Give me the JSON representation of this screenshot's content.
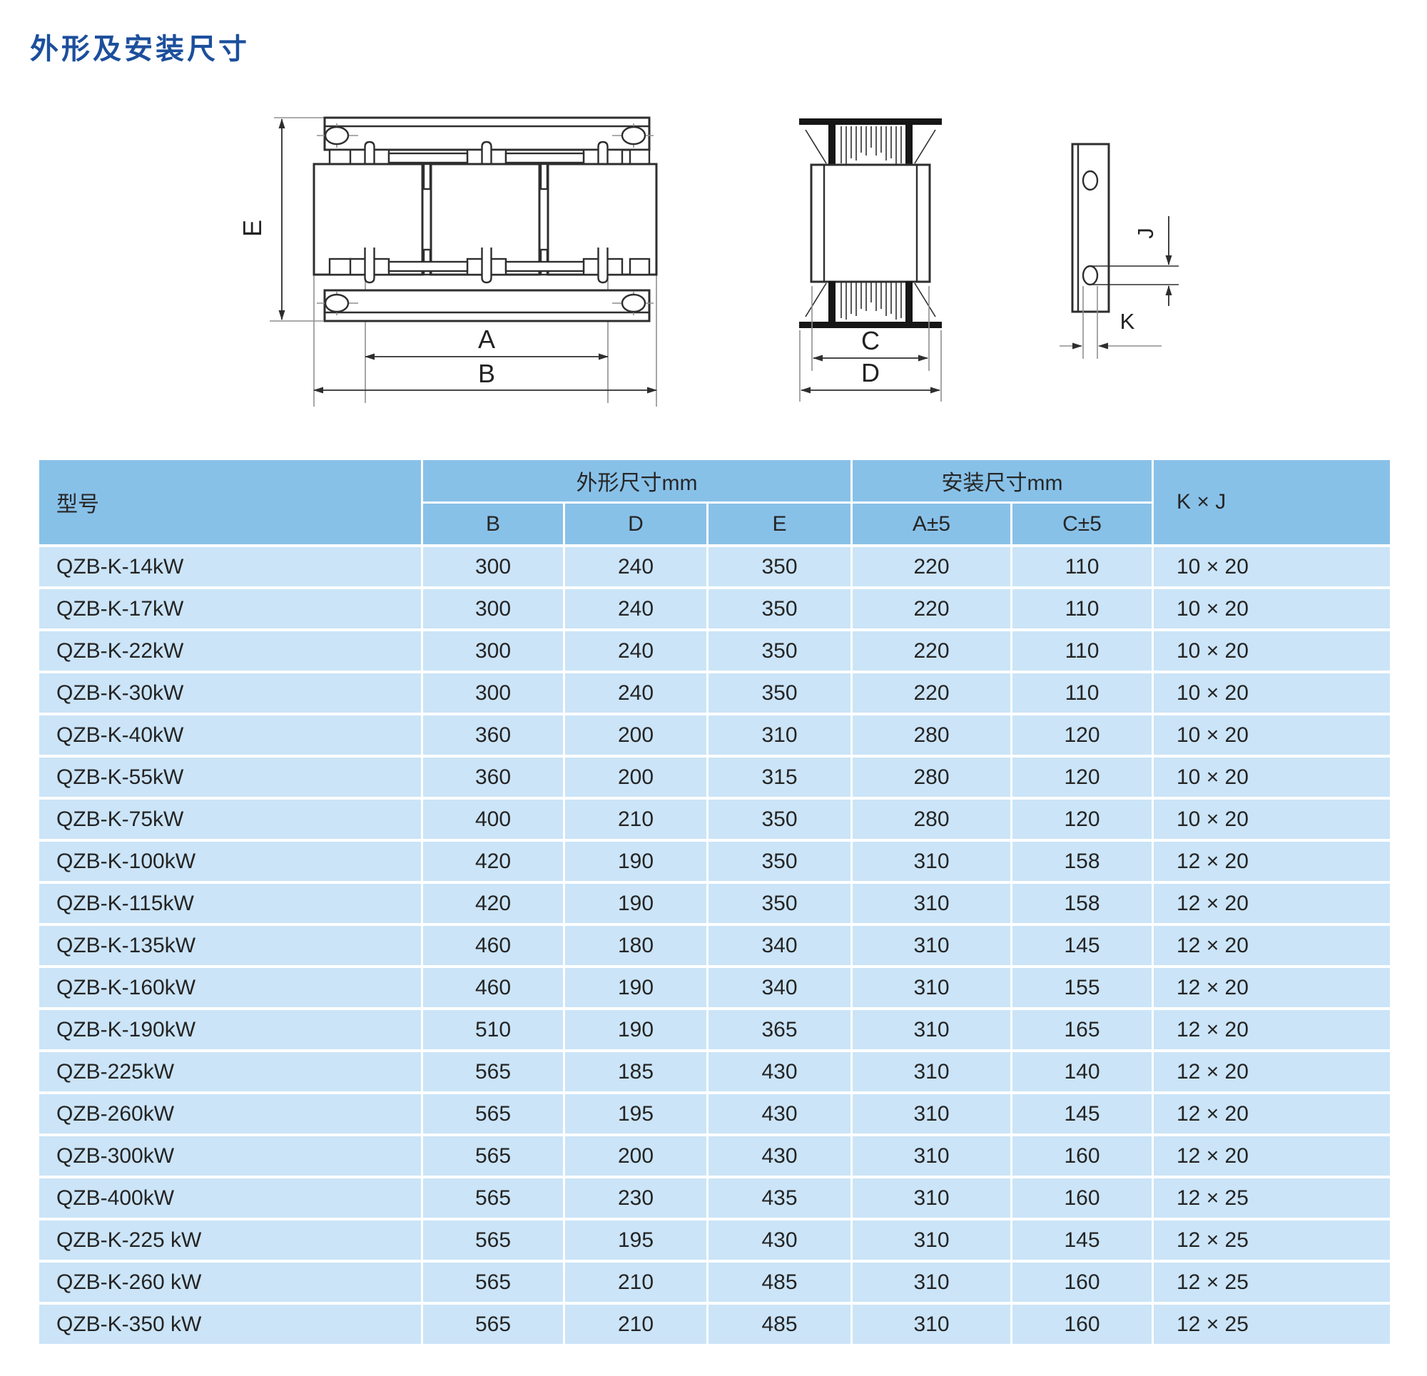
{
  "page": {
    "title": "外形及安装尺寸"
  },
  "drawings": {
    "front_view": {
      "dim_e": "E",
      "dim_a": "A",
      "dim_b": "B"
    },
    "side_view": {
      "dim_c": "C",
      "dim_d": "D"
    },
    "bracket_view": {
      "dim_j": "J",
      "dim_k": "K"
    }
  },
  "table": {
    "header": {
      "model": "型号",
      "outline_group": "外形尺寸mm",
      "install_group": "安装尺寸mm",
      "kxj": "K × J",
      "col_b": "B",
      "col_d": "D",
      "col_e": "E",
      "col_a": "A±5",
      "col_c": "C±5"
    },
    "rows": [
      {
        "model": "QZB-K-14kW",
        "b": "300",
        "d": "240",
        "e": "350",
        "a": "220",
        "c": "110",
        "kj": "10 × 20"
      },
      {
        "model": "QZB-K-17kW",
        "b": "300",
        "d": "240",
        "e": "350",
        "a": "220",
        "c": "110",
        "kj": "10 × 20"
      },
      {
        "model": "QZB-K-22kW",
        "b": "300",
        "d": "240",
        "e": "350",
        "a": "220",
        "c": "110",
        "kj": "10 × 20"
      },
      {
        "model": "QZB-K-30kW",
        "b": "300",
        "d": "240",
        "e": "350",
        "a": "220",
        "c": "110",
        "kj": "10 × 20"
      },
      {
        "model": "QZB-K-40kW",
        "b": "360",
        "d": "200",
        "e": "310",
        "a": "280",
        "c": "120",
        "kj": "10 × 20"
      },
      {
        "model": "QZB-K-55kW",
        "b": "360",
        "d": "200",
        "e": "315",
        "a": "280",
        "c": "120",
        "kj": "10 × 20"
      },
      {
        "model": "QZB-K-75kW",
        "b": "400",
        "d": "210",
        "e": "350",
        "a": "280",
        "c": "120",
        "kj": "10 × 20"
      },
      {
        "model": "QZB-K-100kW",
        "b": "420",
        "d": "190",
        "e": "350",
        "a": "310",
        "c": "158",
        "kj": "12 × 20"
      },
      {
        "model": "QZB-K-115kW",
        "b": "420",
        "d": "190",
        "e": "350",
        "a": "310",
        "c": "158",
        "kj": "12 × 20"
      },
      {
        "model": "QZB-K-135kW",
        "b": "460",
        "d": "180",
        "e": "340",
        "a": "310",
        "c": "145",
        "kj": "12 × 20"
      },
      {
        "model": "QZB-K-160kW",
        "b": "460",
        "d": "190",
        "e": "340",
        "a": "310",
        "c": "155",
        "kj": "12 × 20"
      },
      {
        "model": "QZB-K-190kW",
        "b": "510",
        "d": "190",
        "e": "365",
        "a": "310",
        "c": "165",
        "kj": "12 × 20"
      },
      {
        "model": "QZB-225kW",
        "b": "565",
        "d": "185",
        "e": "430",
        "a": "310",
        "c": "140",
        "kj": "12 × 20"
      },
      {
        "model": "QZB-260kW",
        "b": "565",
        "d": "195",
        "e": "430",
        "a": "310",
        "c": "145",
        "kj": "12 × 20"
      },
      {
        "model": "QZB-300kW",
        "b": "565",
        "d": "200",
        "e": "430",
        "a": "310",
        "c": "160",
        "kj": "12 × 20"
      },
      {
        "model": "QZB-400kW",
        "b": "565",
        "d": "230",
        "e": "435",
        "a": "310",
        "c": "160",
        "kj": "12 × 25"
      },
      {
        "model": "QZB-K-225 kW",
        "b": "565",
        "d": "195",
        "e": "430",
        "a": "310",
        "c": "145",
        "kj": "12 × 25"
      },
      {
        "model": "QZB-K-260 kW",
        "b": "565",
        "d": "210",
        "e": "485",
        "a": "310",
        "c": "160",
        "kj": "12 × 25"
      },
      {
        "model": "QZB-K-350 kW",
        "b": "565",
        "d": "210",
        "e": "485",
        "a": "310",
        "c": "160",
        "kj": "12 × 25"
      }
    ]
  },
  "colors": {
    "title": "#1c4f9c",
    "header_bg": "#88c1e8",
    "row_bg": "#cbe4f7",
    "text": "#242424",
    "line": "#2e2e2e"
  }
}
